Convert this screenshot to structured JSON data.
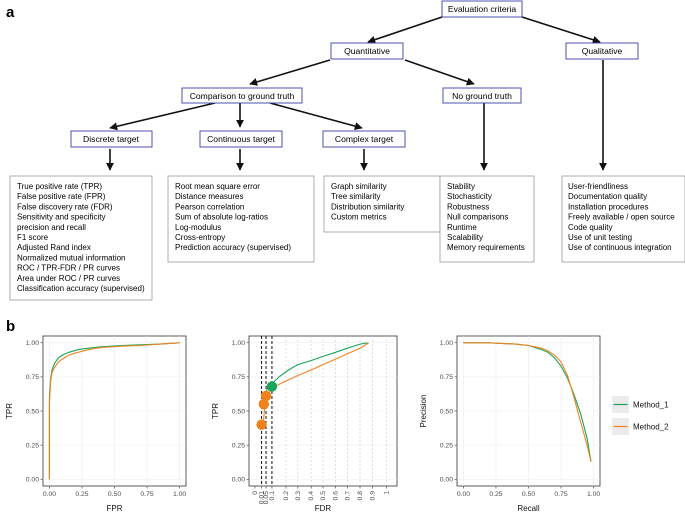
{
  "panel_a": {
    "label": "a",
    "nodes": {
      "root": "Evaluation criteria",
      "quantitative": "Quantitative",
      "qualitative": "Qualitative",
      "comparison": "Comparison to ground truth",
      "no_ground_truth": "No ground truth",
      "discrete": "Discrete target",
      "continuous": "Continuous target",
      "complex": "Complex target"
    },
    "lists": {
      "discrete": [
        "True positive rate (TPR)",
        "False positive rate (FPR)",
        "False discovery rate (FDR)",
        "Sensitivity and specificity",
        "precision and recall",
        "F1 score",
        "Adjusted Rand index",
        "Normalized mutual information",
        "ROC / TPR-FDR / PR curves",
        "Area under ROC / PR curves",
        "Classification accuracy (supervised)"
      ],
      "continuous": [
        "Root mean square error",
        "Distance measures",
        "Pearson correlation",
        "Sum of absolute log-ratios",
        "Log-modulus",
        "Cross-entropy",
        "Prediction accuracy (supervised)"
      ],
      "complex": [
        "Graph similarity",
        "Tree similarity",
        "Distribution similarity",
        "Custom metrics"
      ],
      "no_ground_truth": [
        "Stability",
        "Stochasticity",
        "Robustness",
        "Null comparisons",
        "Runtime",
        "Scalability",
        "Memory requirements"
      ],
      "qualitative": [
        "User-friendliness",
        "Documentation quality",
        "Installation procedures",
        "Freely available / open source",
        "Code quality",
        "Use of unit testing",
        "Use of continuous integration"
      ]
    }
  },
  "panel_b": {
    "label": "b"
  },
  "colors": {
    "method_1": "#1aa55b",
    "method_2": "#f0821e",
    "box_border": "#3b3fa8",
    "grid": "#ebebeb",
    "dashed": "#9a9a9a"
  },
  "chart_data": [
    {
      "type": "line",
      "xlabel": "FPR",
      "ylabel": "TPR",
      "xlim": [
        0,
        1
      ],
      "ylim": [
        0,
        1
      ],
      "xticks": [
        "0.00",
        "0.25",
        "0.50",
        "0.75",
        "1.00"
      ],
      "yticks": [
        "0.00",
        "0.25",
        "0.50",
        "0.75",
        "1.00"
      ],
      "grid": true,
      "series": [
        {
          "name": "Method_1",
          "x": [
            0,
            0,
            0.01,
            0.02,
            0.04,
            0.07,
            0.1,
            0.15,
            0.22,
            0.3,
            0.4,
            0.55,
            0.7,
            0.85,
            1.0
          ],
          "y": [
            0,
            0.6,
            0.74,
            0.8,
            0.85,
            0.89,
            0.91,
            0.93,
            0.95,
            0.96,
            0.97,
            0.98,
            0.985,
            0.99,
            1.0
          ]
        },
        {
          "name": "Method_2",
          "x": [
            0,
            0,
            0.01,
            0.02,
            0.04,
            0.07,
            0.1,
            0.15,
            0.22,
            0.3,
            0.4,
            0.55,
            0.7,
            0.85,
            1.0
          ],
          "y": [
            0,
            0.55,
            0.72,
            0.78,
            0.82,
            0.86,
            0.88,
            0.91,
            0.93,
            0.95,
            0.965,
            0.975,
            0.98,
            0.99,
            1.0
          ]
        }
      ]
    },
    {
      "type": "line",
      "xlabel": "FDR",
      "ylabel": "TPR",
      "xlim": [
        0,
        1
      ],
      "ylim": [
        0,
        1
      ],
      "xticks": [
        "0",
        "0.01",
        "0.05",
        "0.1",
        "0.2",
        "0.3",
        "0.4",
        "0.5",
        "0.6",
        "0.7",
        "0.8",
        "0.9",
        "1"
      ],
      "yticks": [
        "0.00",
        "0.25",
        "0.50",
        "0.75",
        "1.00"
      ],
      "grid": true,
      "series": [
        {
          "name": "Method_1",
          "x": [
            0.03,
            0.04,
            0.05,
            0.07,
            0.1,
            0.15,
            0.22,
            0.3,
            0.4,
            0.5,
            0.6,
            0.7,
            0.8,
            0.86
          ],
          "y": [
            0.52,
            0.58,
            0.64,
            0.68,
            0.7,
            0.75,
            0.8,
            0.84,
            0.87,
            0.9,
            0.93,
            0.96,
            0.99,
            1.0
          ]
        },
        {
          "name": "Method_2",
          "x": [
            0.02,
            0.03,
            0.04,
            0.05,
            0.08,
            0.12,
            0.2,
            0.3,
            0.4,
            0.5,
            0.6,
            0.7,
            0.8,
            0.87
          ],
          "y": [
            0.38,
            0.45,
            0.55,
            0.6,
            0.64,
            0.68,
            0.72,
            0.76,
            0.8,
            0.84,
            0.88,
            0.92,
            0.96,
            1.0
          ]
        }
      ],
      "markers": [
        {
          "series": "Method_1",
          "fdr": 0.1,
          "tpr": 0.68
        },
        {
          "series": "Method_2",
          "fdr": 0.05,
          "tpr": 0.61
        },
        {
          "series": "Method_2",
          "fdr": 0.03,
          "tpr": 0.55
        },
        {
          "series": "Method_2",
          "fdr": 0.01,
          "tpr": 0.4
        }
      ],
      "vlines": [
        0.01,
        0.05,
        0.1
      ]
    },
    {
      "type": "line",
      "xlabel": "Recall",
      "ylabel": "Precision",
      "xlim": [
        0,
        1
      ],
      "ylim": [
        0,
        1
      ],
      "xticks": [
        "0.00",
        "0.25",
        "0.50",
        "0.75",
        "1.00"
      ],
      "yticks": [
        "0.00",
        "0.25",
        "0.50",
        "0.75",
        "1.00"
      ],
      "grid": true,
      "series": [
        {
          "name": "Method_1",
          "x": [
            0,
            0.2,
            0.4,
            0.5,
            0.6,
            0.65,
            0.7,
            0.75,
            0.8,
            0.85,
            0.9,
            0.95,
            0.98
          ],
          "y": [
            1.0,
            1.0,
            0.99,
            0.98,
            0.95,
            0.93,
            0.89,
            0.83,
            0.74,
            0.62,
            0.48,
            0.3,
            0.13
          ]
        },
        {
          "name": "Method_2",
          "x": [
            0,
            0.2,
            0.4,
            0.5,
            0.6,
            0.65,
            0.7,
            0.75,
            0.8,
            0.85,
            0.9,
            0.95,
            0.98
          ],
          "y": [
            1.0,
            1.0,
            0.99,
            0.98,
            0.96,
            0.94,
            0.91,
            0.86,
            0.76,
            0.6,
            0.42,
            0.25,
            0.13
          ]
        }
      ],
      "legend": {
        "placement": "right",
        "entries": [
          "Method_1",
          "Method_2"
        ]
      }
    }
  ]
}
